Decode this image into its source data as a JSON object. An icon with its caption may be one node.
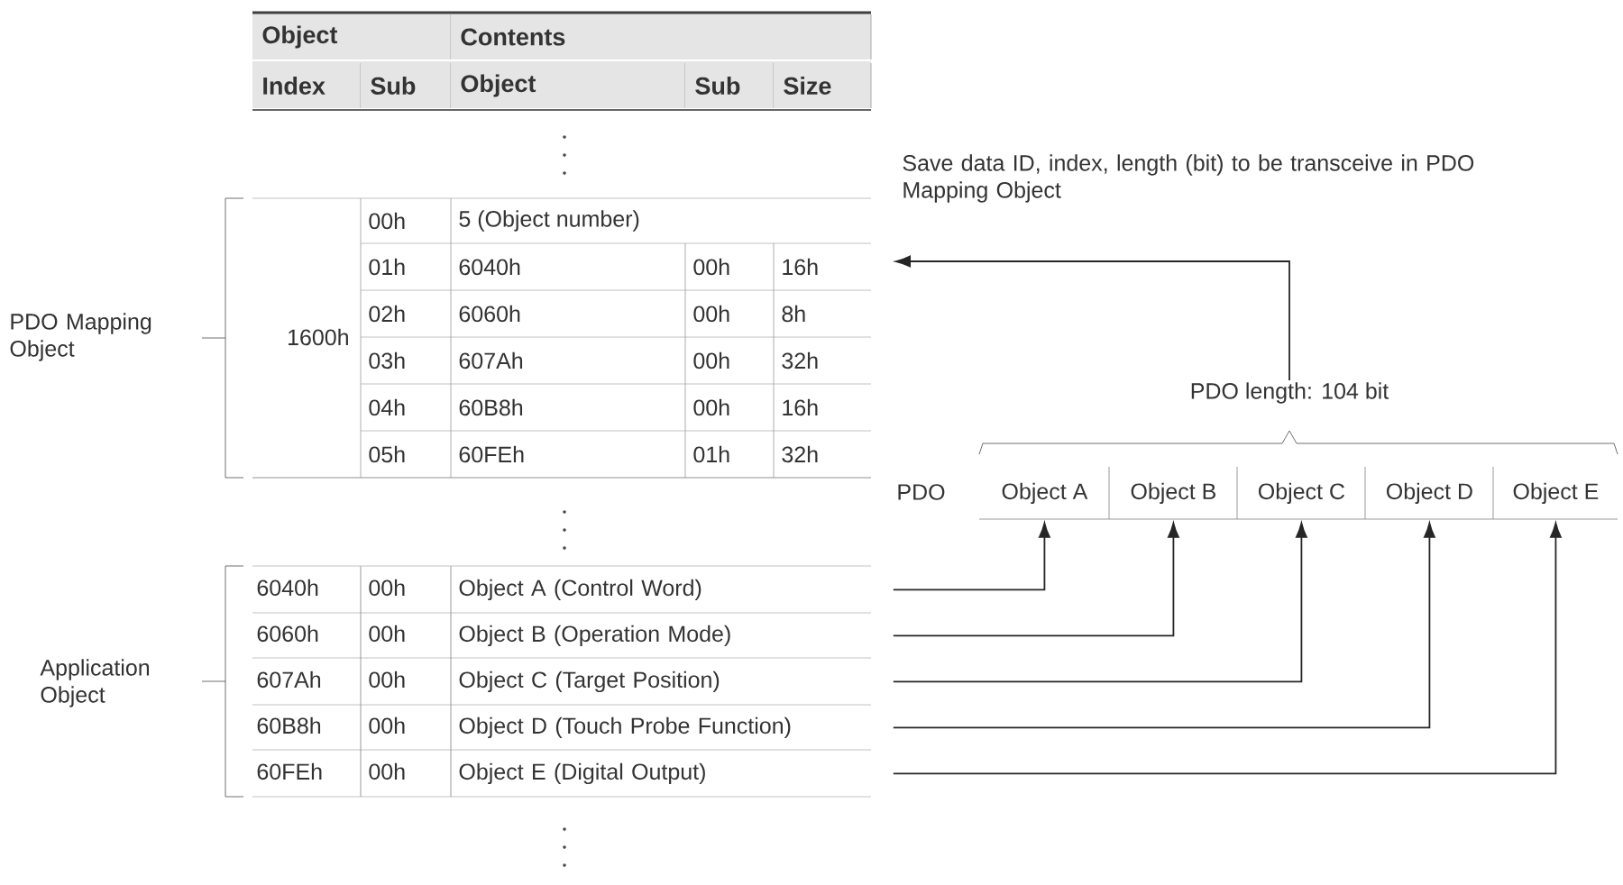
{
  "diagram": {
    "nodes": [
      {
        "text": [
          "PDO length: 104 bit"
        ]
      },
      {
        "text": [
          "6040h",
          "00h",
          "Object A (Control Word)"
        ]
      },
      {
        "text": [
          "6060h",
          "00h",
          "Object B (Operation Mode)"
        ]
      },
      {
        "text": [
          "607Ah",
          "00h",
          "Object C (Target Position)"
        ]
      },
      {
        "text": [
          "60B8h",
          "00h",
          "Object D (Touch Probe Function)"
        ]
      },
      {
        "text": [
          "60FEh",
          "00h",
          "Object E (Digital Output)"
        ]
      },
      {
        "text": [
          "Object A"
        ]
      },
      {
        "text": [
          "Object B"
        ]
      },
      {
        "text": [
          "Object C"
        ]
      },
      {
        "text": [
          "Object D"
        ]
      },
      {
        "text": [
          "Object E"
        ]
      }
    ],
    "edges": [
      {
        "from": 0,
        "to": null,
        "arrow": "to"
      },
      {
        "from": 1,
        "to": 6,
        "arrow": "to"
      },
      {
        "from": 2,
        "to": 7,
        "arrow": "to"
      },
      {
        "from": 3,
        "to": 8,
        "arrow": "to"
      },
      {
        "from": 4,
        "to": 9,
        "arrow": "to"
      },
      {
        "from": 5,
        "to": 10,
        "arrow": "to"
      }
    ],
    "labels": [
      "Object",
      "Contents",
      "Index",
      "Sub",
      "Object",
      "Sub",
      "Size",
      "1600h",
      "00h",
      "5 (Object number)",
      "01h",
      "6040h",
      "00h",
      "16h",
      "02h",
      "6060h",
      "00h",
      "8h",
      "03h",
      "607Ah",
      "00h",
      "32h",
      "04h",
      "60B8h",
      "00h",
      "16h",
      "05h",
      "60FEh",
      "01h",
      "32h",
      "PDO Mapping Object",
      "Save data ID, index, length (bit) to be transceive in PDO Mapping Object",
      "PDO",
      "Application Object"
    ]
  }
}
